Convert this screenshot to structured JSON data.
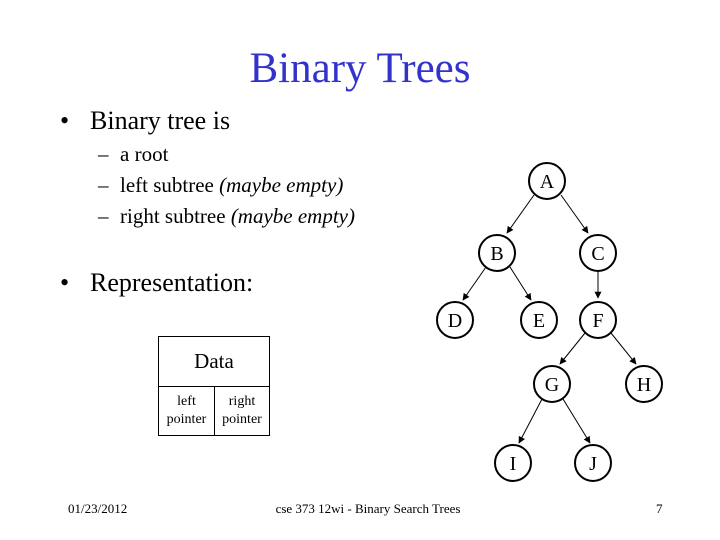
{
  "title": "Binary Trees",
  "bullets": {
    "b1": "Binary tree is",
    "b1_subs": [
      {
        "text": "a root",
        "note": ""
      },
      {
        "text": "left subtree ",
        "note": "(maybe empty)"
      },
      {
        "text": "right subtree ",
        "note": "(maybe empty)"
      }
    ],
    "b2": "Representation:",
    "bullet_char": "•",
    "dash_char": "–"
  },
  "node_diagram": {
    "data_label": "Data",
    "left_line1": "left",
    "left_line2": "pointer",
    "right_line1": "right",
    "right_line2": "pointer"
  },
  "tree": {
    "nodes": [
      "A",
      "B",
      "C",
      "D",
      "E",
      "F",
      "G",
      "H",
      "I",
      "J"
    ]
  },
  "footer": {
    "date": "01/23/2012",
    "course": "cse 373 12wi - Binary Search Trees",
    "page": "7"
  }
}
